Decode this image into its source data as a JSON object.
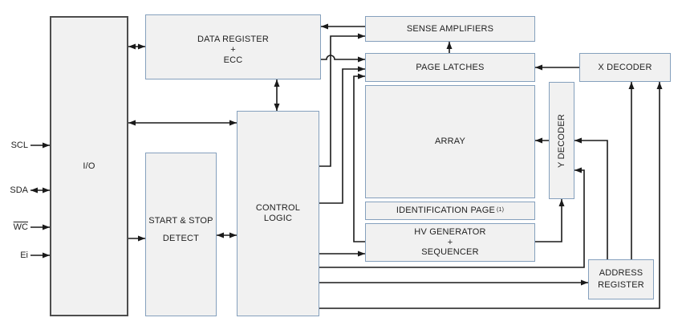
{
  "diagram": {
    "type": "block-diagram",
    "colors": {
      "background": "#ffffff",
      "box_fill": "#f1f1f1",
      "box_border": "#85a0bd",
      "io_border": "#4d4d4d",
      "line": "#1a1a1a",
      "text": "#1f1f1f"
    },
    "pins": [
      {
        "label": "SCL",
        "overline": false,
        "direction": "input"
      },
      {
        "label": "SDA",
        "overline": false,
        "direction": "bidirectional"
      },
      {
        "label": "WC",
        "overline": true,
        "direction": "input"
      },
      {
        "label": "Ei",
        "overline": false,
        "direction": "input"
      }
    ],
    "blocks": {
      "io": {
        "lines": [
          "I/O"
        ]
      },
      "data_register": {
        "lines": [
          "DATA REGISTER",
          "+",
          "ECC"
        ]
      },
      "start_stop_detect": {
        "lines": [
          "START & STOP",
          "DETECT"
        ]
      },
      "control_logic": {
        "lines": [
          "CONTROL",
          "LOGIC"
        ]
      },
      "sense_amplifiers": {
        "lines": [
          "SENSE AMPLIFIERS"
        ]
      },
      "page_latches": {
        "lines": [
          "PAGE LATCHES"
        ]
      },
      "array": {
        "lines": [
          "ARRAY"
        ]
      },
      "identification_page": {
        "label": "IDENTIFICATION PAGE",
        "note": "(1)"
      },
      "hv_generator": {
        "lines": [
          "HV GENERATOR",
          "+",
          "SEQUENCER"
        ]
      },
      "x_decoder": {
        "lines": [
          "X DECODER"
        ]
      },
      "y_decoder": {
        "lines": [
          "Y DECODER"
        ]
      },
      "address_register": {
        "lines": [
          "ADDRESS",
          "REGISTER"
        ]
      }
    },
    "connections": [
      {
        "from": "SCL",
        "to": "io",
        "type": "arrow"
      },
      {
        "from": "SDA",
        "to": "io",
        "type": "bidirectional"
      },
      {
        "from": "WC",
        "to": "io",
        "type": "arrow"
      },
      {
        "from": "Ei",
        "to": "io",
        "type": "arrow"
      },
      {
        "from": "io",
        "to": "data_register",
        "type": "bidirectional"
      },
      {
        "from": "io",
        "to": "control_logic",
        "type": "bidirectional"
      },
      {
        "from": "io",
        "to": "start_stop_detect",
        "type": "arrow"
      },
      {
        "from": "start_stop_detect",
        "to": "control_logic",
        "type": "bidirectional"
      },
      {
        "from": "data_register",
        "to": "control_logic",
        "type": "bidirectional"
      },
      {
        "from": "sense_amplifiers",
        "to": "data_register",
        "type": "arrow"
      },
      {
        "from": "control_logic",
        "to": "sense_amplifiers",
        "type": "arrow"
      },
      {
        "from": "data_register",
        "to": "page_latches",
        "type": "arrow"
      },
      {
        "from": "control_logic",
        "to": "page_latches",
        "type": "arrow"
      },
      {
        "from": "hv_generator",
        "to": "page_latches",
        "type": "arrow"
      },
      {
        "from": "control_logic",
        "to": "hv_generator",
        "type": "arrow"
      },
      {
        "from": "hv_generator",
        "to": "y_decoder",
        "type": "arrow"
      },
      {
        "from": "control_logic",
        "to": "y_decoder",
        "type": "arrow"
      },
      {
        "from": "address_register",
        "to": "y_decoder",
        "type": "arrow"
      },
      {
        "from": "y_decoder",
        "to": "array",
        "type": "arrow"
      },
      {
        "from": "x_decoder",
        "to": "page_latches",
        "type": "arrow"
      },
      {
        "from": "address_register",
        "to": "x_decoder",
        "type": "arrow"
      },
      {
        "from": "control_logic",
        "to": "x_decoder",
        "type": "arrow"
      },
      {
        "from": "control_logic",
        "to": "address_register",
        "type": "arrow"
      },
      {
        "from": "page_latches",
        "to": "sense_amplifiers",
        "type": "arrow"
      }
    ]
  }
}
